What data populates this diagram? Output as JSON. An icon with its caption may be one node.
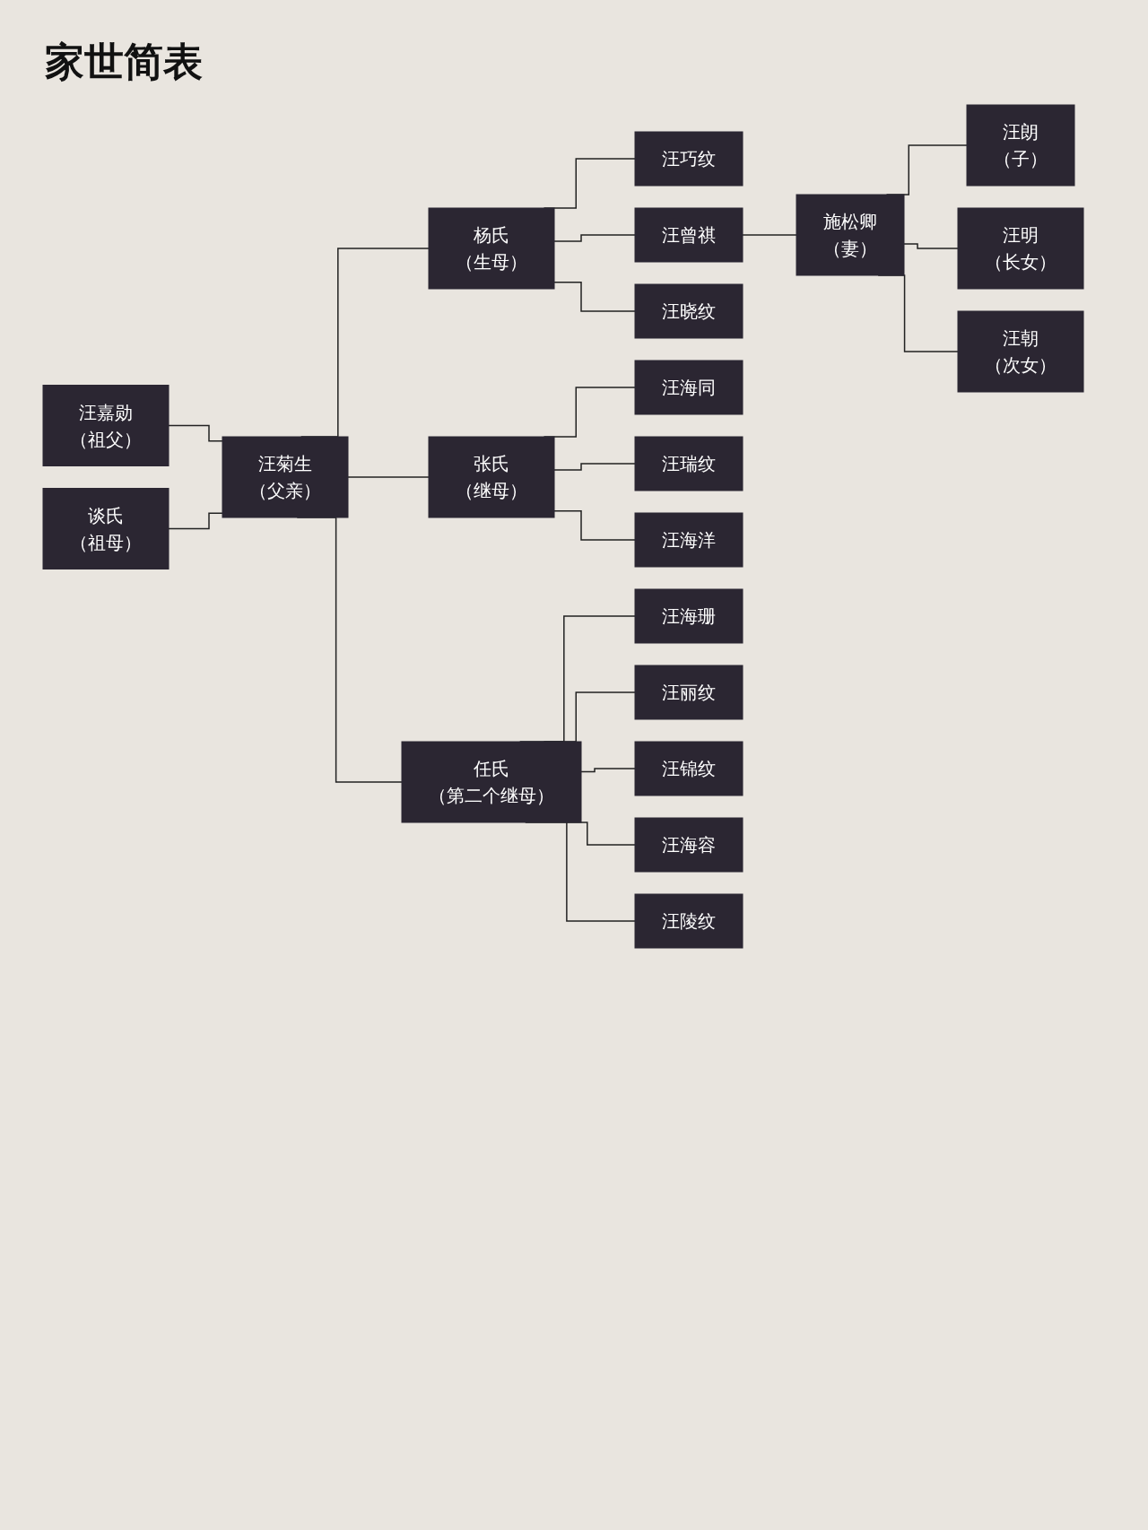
{
  "diagram": {
    "title": "家世简表",
    "nodes": [
      {
        "text": [
          "汪嘉勋",
          "（祖父）"
        ]
      },
      {
        "text": [
          "谈氏",
          "（祖母）"
        ]
      },
      {
        "text": [
          "汪菊生",
          "（父亲）"
        ]
      },
      {
        "text": [
          "杨氏",
          "（生母）"
        ]
      },
      {
        "text": [
          "张氏",
          "（继母）"
        ]
      },
      {
        "text": [
          "任氏",
          "（第二个继母）"
        ]
      },
      {
        "text": [
          "汪巧纹"
        ]
      },
      {
        "text": [
          "汪曾祺"
        ]
      },
      {
        "text": [
          "汪晓纹"
        ]
      },
      {
        "text": [
          "施松卿",
          "（妻）"
        ]
      },
      {
        "text": [
          "汪朗",
          "（子）"
        ]
      },
      {
        "text": [
          "汪明",
          "（长女）"
        ]
      },
      {
        "text": [
          "汪朝",
          "（次女）"
        ]
      },
      {
        "text": [
          "汪海同"
        ]
      },
      {
        "text": [
          "汪瑞纹"
        ]
      },
      {
        "text": [
          "汪海洋"
        ]
      },
      {
        "text": [
          "汪海珊"
        ]
      },
      {
        "text": [
          "汪丽纹"
        ]
      },
      {
        "text": [
          "汪锦纹"
        ]
      },
      {
        "text": [
          "汪海容"
        ]
      },
      {
        "text": [
          "汪陵纹"
        ]
      }
    ],
    "edges": [
      {
        "from": 0,
        "to": 2,
        "arrow": "none"
      },
      {
        "from": 1,
        "to": 2,
        "arrow": "none"
      },
      {
        "from": 2,
        "to": 3,
        "arrow": "none"
      },
      {
        "from": 2,
        "to": 4,
        "arrow": "none"
      },
      {
        "from": 2,
        "to": 5,
        "arrow": "none"
      },
      {
        "from": 3,
        "to": 6,
        "arrow": "none"
      },
      {
        "from": 3,
        "to": 7,
        "arrow": "none"
      },
      {
        "from": 3,
        "to": 8,
        "arrow": "none"
      },
      {
        "from": 7,
        "to": 9,
        "arrow": "none"
      },
      {
        "from": 9,
        "to": 10,
        "arrow": "none"
      },
      {
        "from": 9,
        "to": 11,
        "arrow": "none"
      },
      {
        "from": 9,
        "to": 12,
        "arrow": "none"
      },
      {
        "from": 4,
        "to": 13,
        "arrow": "none"
      },
      {
        "from": 4,
        "to": 14,
        "arrow": "none"
      },
      {
        "from": 4,
        "to": 15,
        "arrow": "none"
      },
      {
        "from": 5,
        "to": 16,
        "arrow": "none"
      },
      {
        "from": 5,
        "to": 17,
        "arrow": "none"
      },
      {
        "from": 5,
        "to": 18,
        "arrow": "none"
      },
      {
        "from": 5,
        "to": 19,
        "arrow": "none"
      },
      {
        "from": 5,
        "to": 20,
        "arrow": "none"
      }
    ]
  }
}
